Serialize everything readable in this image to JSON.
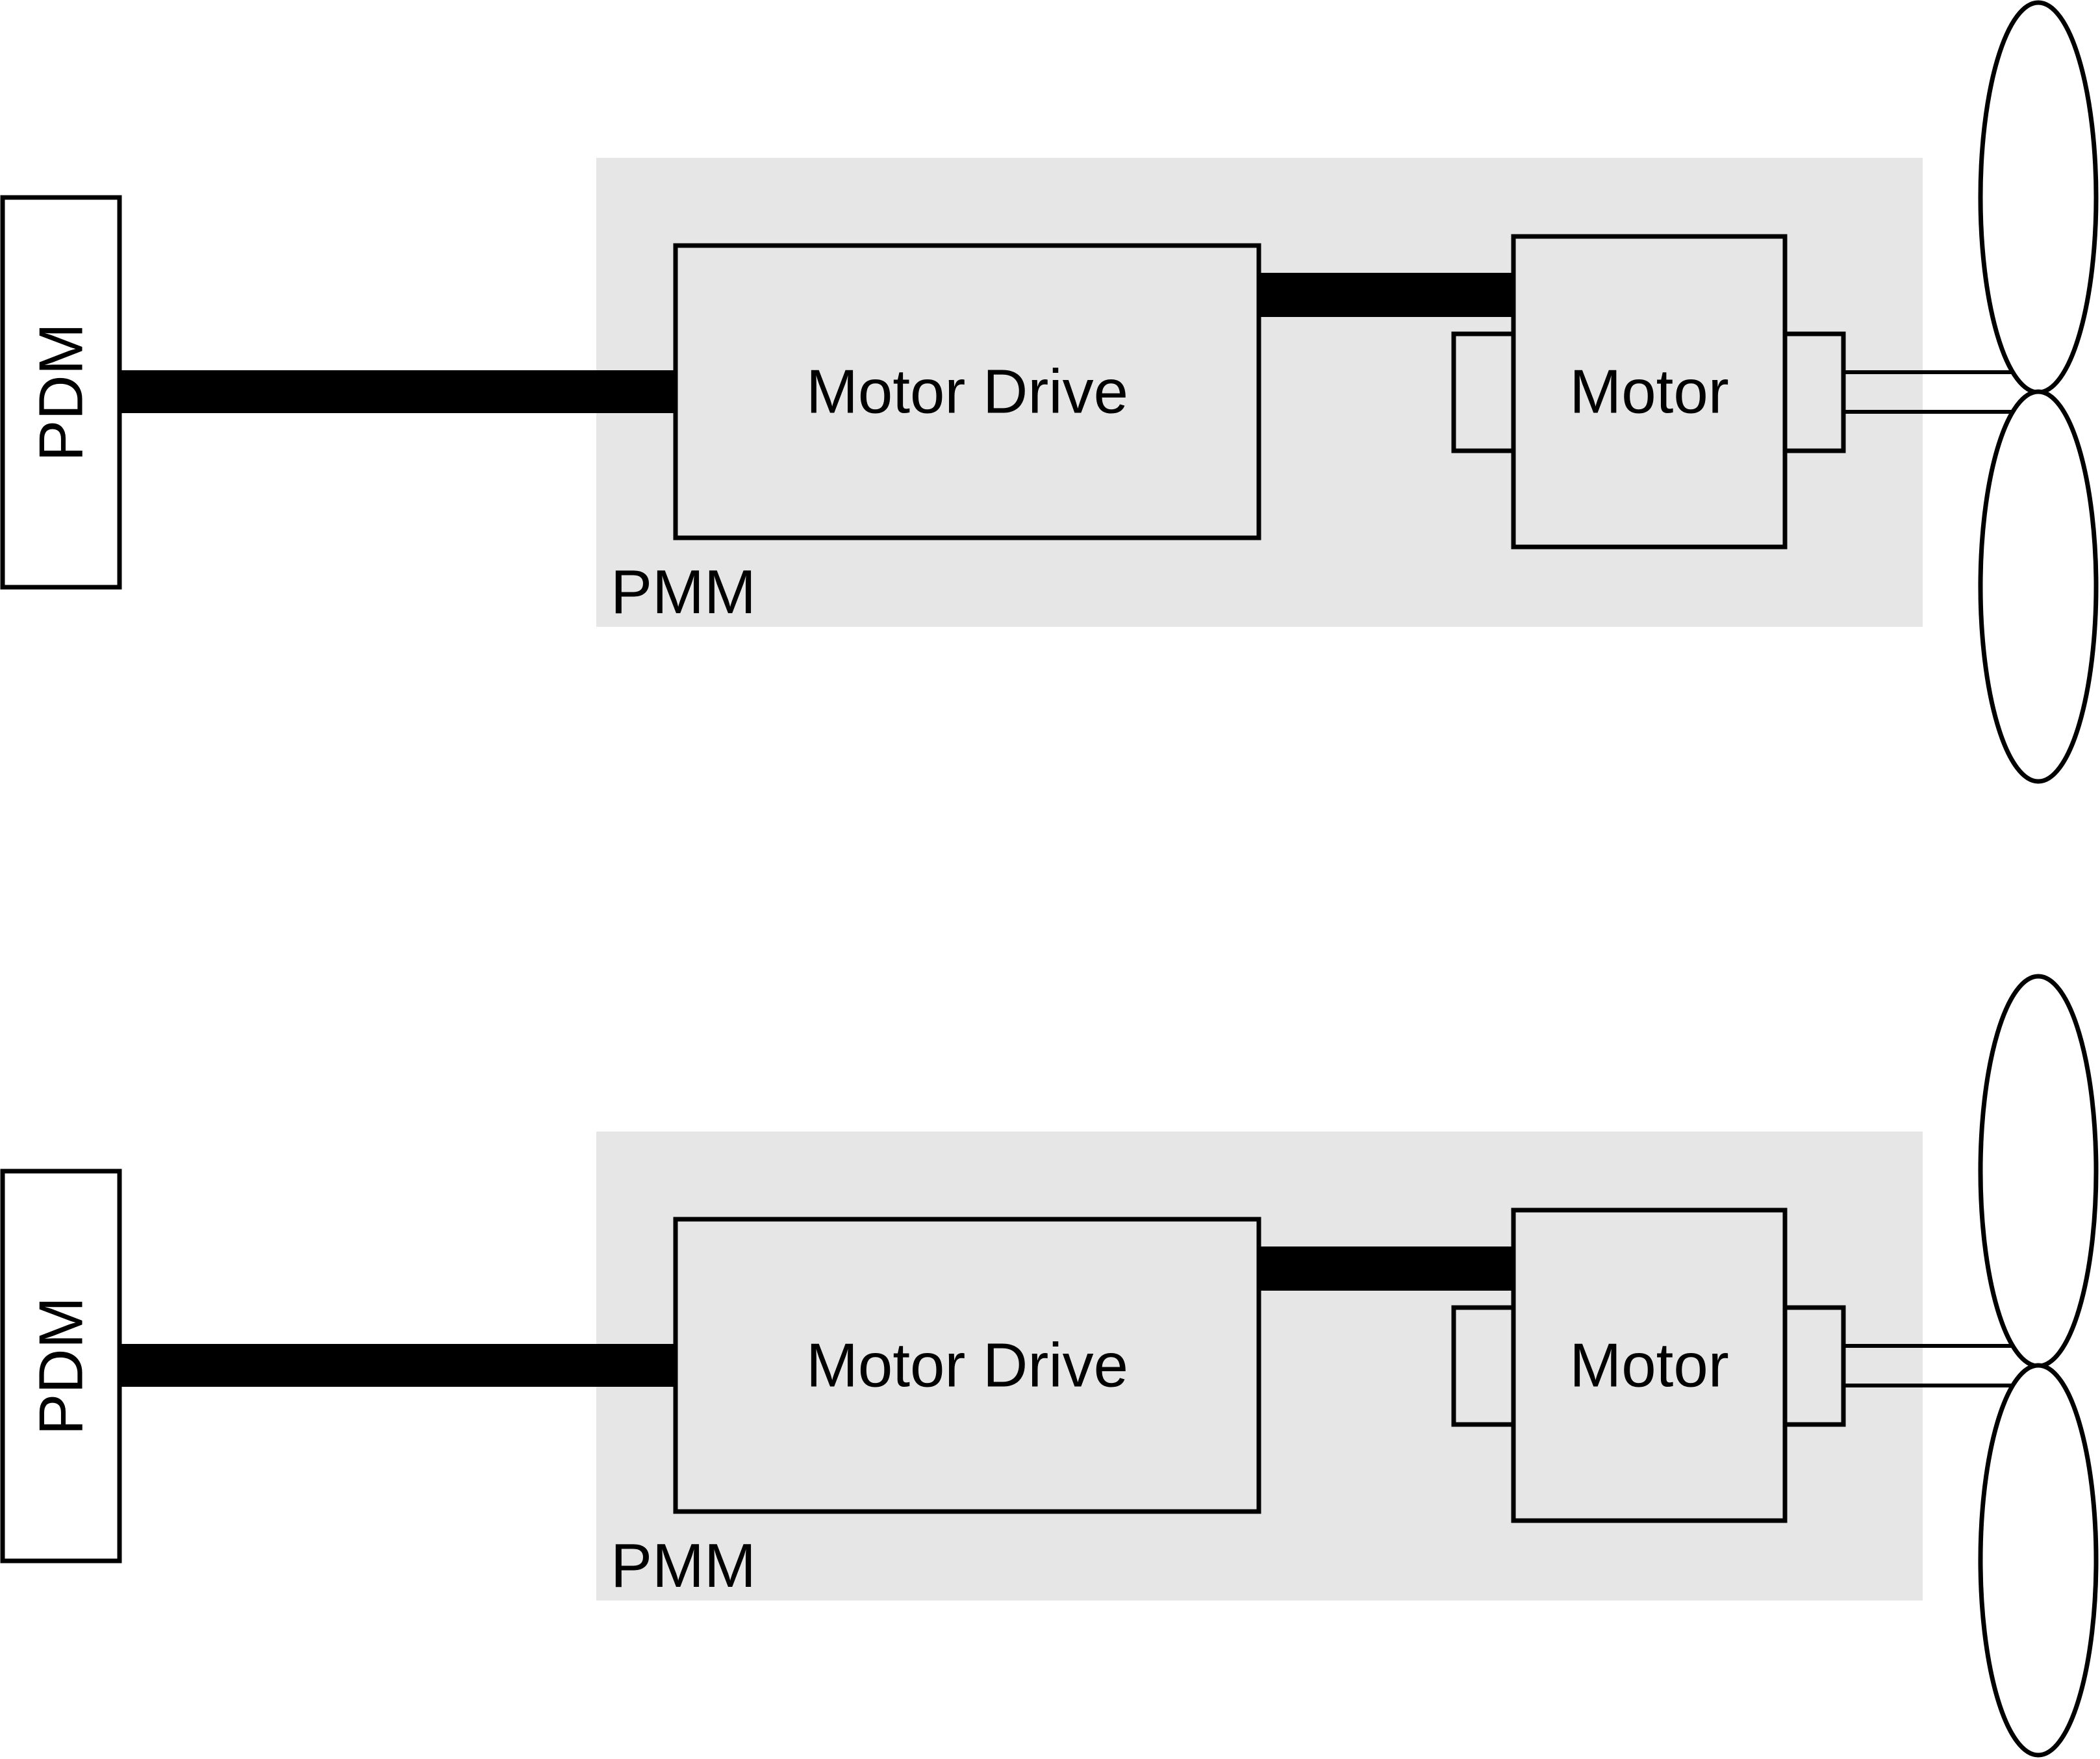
{
  "colors": {
    "module_background": "#e6e6e6",
    "stroke": "#000000",
    "page_background": "#ffffff"
  },
  "systems": [
    {
      "pdm_label": "PDM",
      "pmm_label": "PMM",
      "motor_drive_label": "Motor Drive",
      "motor_label": "Motor",
      "propeller": "propeller-icon"
    },
    {
      "pdm_label": "PDM",
      "pmm_label": "PMM",
      "motor_drive_label": "Motor Drive",
      "motor_label": "Motor",
      "propeller": "propeller-icon"
    }
  ]
}
